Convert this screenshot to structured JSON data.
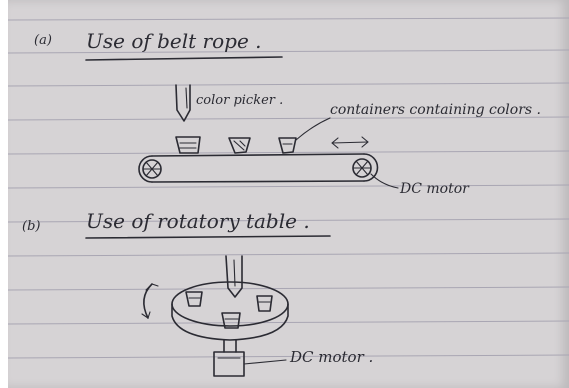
{
  "notes": {
    "section_a": {
      "marker": "(a)",
      "heading": "Use of belt rope ."
    },
    "section_b": {
      "marker": "(b)",
      "heading": "Use of rotatory table ."
    },
    "labels": {
      "color_picker": "color picker .",
      "containers": "containers containing colors .",
      "dc_motor_belt": "DC motor",
      "dc_motor_table": "DC motor ."
    }
  },
  "colors": {
    "ink": "#2b2b33",
    "paper": "#d6d3d5",
    "ruled_line": "#a9a6b3"
  }
}
